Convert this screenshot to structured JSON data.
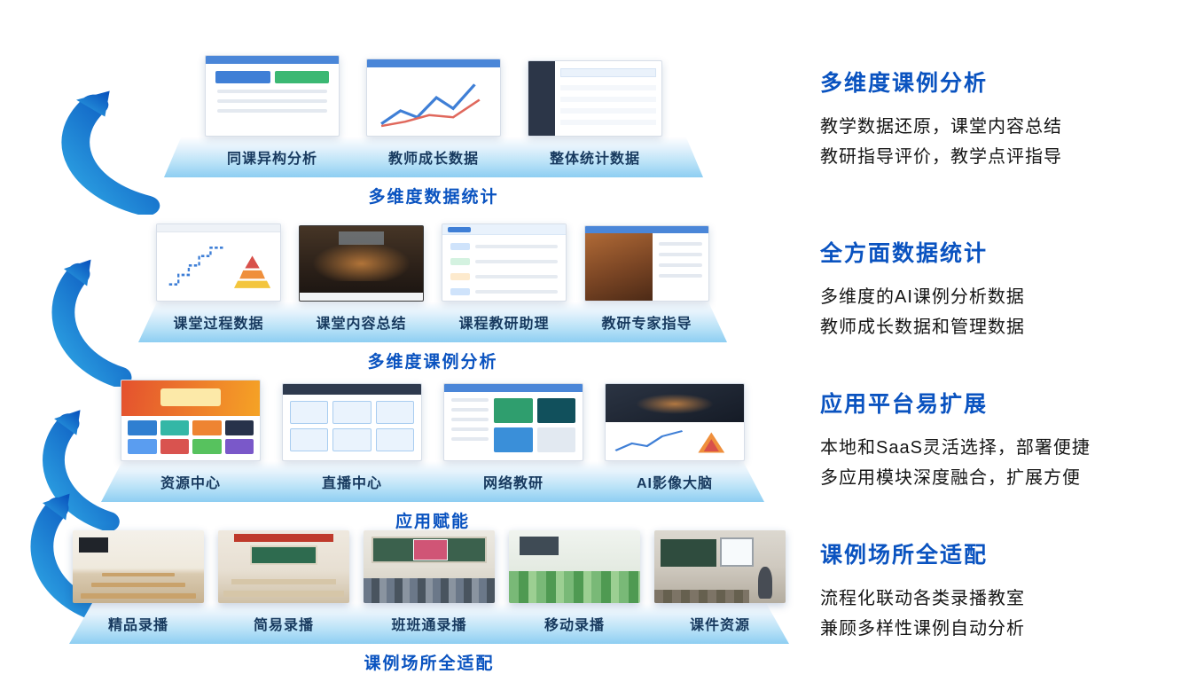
{
  "colors": {
    "accent_blue": "#0a53c0",
    "label_navy": "#17395e",
    "platform_light": "#e3f2fc",
    "platform_deep": "#8ecef2",
    "arrow_dark": "#0a55be",
    "arrow_light": "#2fa7e5"
  },
  "layers": [
    {
      "platform_label": "多维度数据统计",
      "items": [
        {
          "label": "同课异构分析"
        },
        {
          "label": "教师成长数据"
        },
        {
          "label": "整体统计数据"
        }
      ]
    },
    {
      "platform_label": "多维度课例分析",
      "items": [
        {
          "label": "课堂过程数据"
        },
        {
          "label": "课堂内容总结"
        },
        {
          "label": "课程教研助理"
        },
        {
          "label": "教研专家指导"
        }
      ]
    },
    {
      "platform_label": "应用赋能",
      "items": [
        {
          "label": "资源中心"
        },
        {
          "label": "直播中心"
        },
        {
          "label": "网络教研"
        },
        {
          "label": "AI影像大脑"
        }
      ]
    },
    {
      "platform_label": "课例场所全适配",
      "items": [
        {
          "label": "精品录播"
        },
        {
          "label": "简易录播"
        },
        {
          "label": "班班通录播"
        },
        {
          "label": "移动录播"
        },
        {
          "label": "课件资源"
        }
      ]
    }
  ],
  "features": [
    {
      "title": "多维度课例分析",
      "lines": [
        "教学数据还原，课堂内容总结",
        "教研指导评价，教学点评指导"
      ]
    },
    {
      "title": "全方面数据统计",
      "lines": [
        "多维度的AI课例分析数据",
        "教师成长数据和管理数据"
      ]
    },
    {
      "title": "应用平台易扩展",
      "lines": [
        "本地和SaaS灵活选择，部署便捷",
        "多应用模块深度融合，扩展方便"
      ]
    },
    {
      "title": "课例场所全适配",
      "lines": [
        "流程化联动各类录播教室",
        "兼顾多样性课例自动分析"
      ]
    }
  ]
}
